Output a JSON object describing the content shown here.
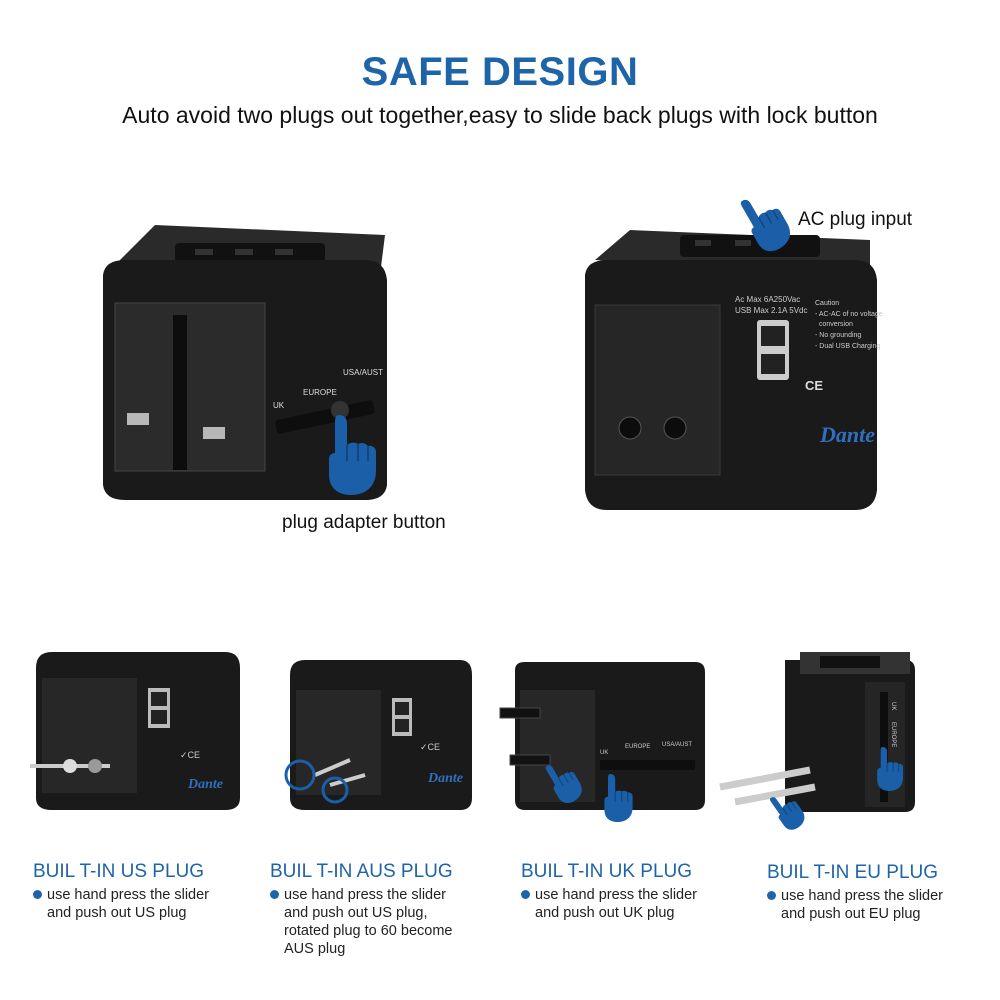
{
  "header": {
    "title": "SAFE DESIGN",
    "subtitle": "Auto avoid two plugs out together,easy to slide back plugs with lock button"
  },
  "callouts": {
    "plug_adapter_button": "plug adapter button",
    "ac_plug_input": "AC plug input"
  },
  "front_adapter_labels": {
    "uk": "UK",
    "europe": "EUROPE",
    "usa_aust": "USA/AUST"
  },
  "rear_adapter_labels": {
    "spec_line1": "Ac Max 6A250Vac",
    "spec_line2": "USB Max 2.1A 5Vdc",
    "caution_title": "Caution",
    "caution_1": "- AC-AC of no voltage",
    "caution_1b": "conversion",
    "caution_2": "- No grounding",
    "caution_3": "- Dual USB Charging",
    "cert_marks": "CE",
    "brand": "Dante"
  },
  "plugs": [
    {
      "title": "BUIL T-IN US PLUG",
      "lines": [
        "use hand press the slider",
        "and push out US plug"
      ]
    },
    {
      "title": "BUIL T-IN AUS PLUG",
      "lines": [
        "use hand press the slider",
        "and push out US plug,",
        "rotated plug to 60 become",
        "AUS plug"
      ]
    },
    {
      "title": "BUIL T-IN UK PLUG",
      "lines": [
        "use hand press the slider",
        "and push out UK plug"
      ]
    },
    {
      "title": "BUIL T-IN EU PLUG",
      "lines": [
        "use hand press the slider",
        "and push out EU plug"
      ]
    }
  ],
  "colors": {
    "accent": "#1e64a8",
    "adapter_body": "#1a1a1a",
    "hand_icon": "#1a5fa8"
  }
}
